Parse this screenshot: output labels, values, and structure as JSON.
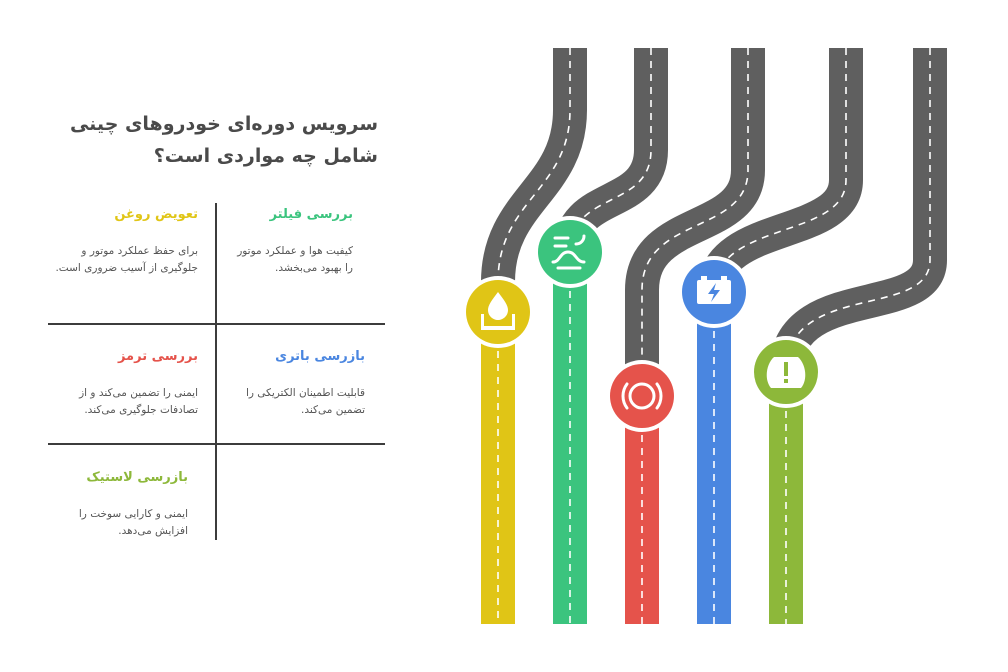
{
  "title": "سرویس دوره‌ای خودروهای چینی شامل چه مواردی است؟",
  "items": [
    {
      "heading": "تعویض روغن",
      "text": "برای حفظ عملکرد موتور و جلوگیری از آسیب ضروری است.",
      "color": "#E0C516",
      "icon": "oil-drop-icon"
    },
    {
      "heading": "بررسی فیلتر",
      "text": "کیفیت هوا و عملکرد موتور را بهبود می‌بخشد.",
      "color": "#3BC47E",
      "icon": "air-filter-icon"
    },
    {
      "heading": "بررسی ترمز",
      "text": "ایمنی را تضمین می‌کند و از تصادفات جلوگیری می‌کند.",
      "color": "#E5534B",
      "icon": "brake-warning-icon"
    },
    {
      "heading": "بازرسی باتری",
      "text": "قابلیت اطمینان الکتریکی را تضمین می‌کند.",
      "color": "#4A86E0",
      "icon": "battery-icon"
    },
    {
      "heading": "بازرسی لاستیک",
      "text": "ایمنی و کارایی سوخت را افزایش می‌دهد.",
      "color": "#8DB83A",
      "icon": "tire-pressure-icon"
    }
  ],
  "road_color": "#5F5F5F"
}
